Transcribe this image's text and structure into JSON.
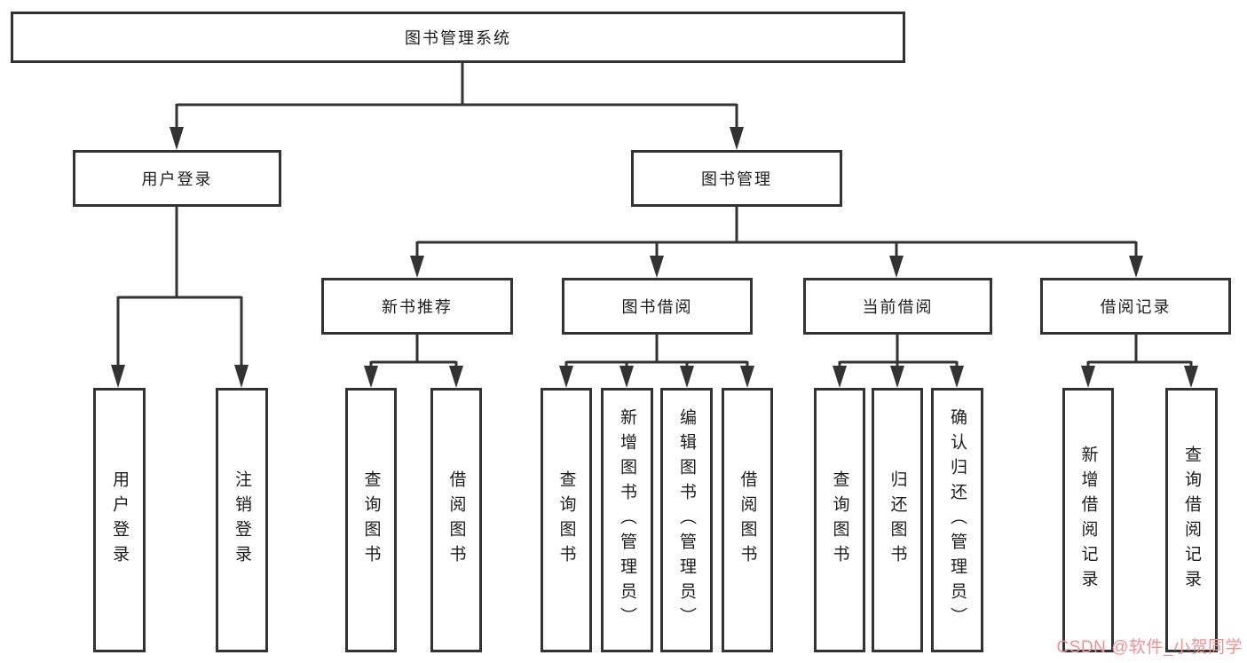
{
  "colors": {
    "line": "#333333",
    "text": "#1d1d1d",
    "box_fill": "#ffffff",
    "watermark": "#f09090"
  },
  "nodes": {
    "root": "图书管理系统",
    "user_login": "用户登录",
    "book_mgmt": "图书管理",
    "new_book_rec": "新书推荐",
    "book_borrow": "图书借阅",
    "current_borrow": "当前借阅",
    "borrow_records": "借阅记录",
    "leaf_user_login": "用户登录",
    "leaf_logout": "注销登录",
    "leaf_query_book_rec": "查询图书",
    "leaf_borrow_book_rec": "借阅图书",
    "leaf_query_book_borrow": "查询图书",
    "leaf_add_book_admin": "新增图书（管理员）",
    "leaf_edit_book_admin": "编辑图书（管理员）",
    "leaf_borrow_book_borrow": "借阅图书",
    "leaf_query_book_current": "查询图书",
    "leaf_return_book": "归还图书",
    "leaf_confirm_return_admin": "确认归还（管理员）",
    "leaf_add_borrow_record": "新增借阅记录",
    "leaf_query_borrow_record": "查询借阅记录"
  },
  "hierarchy": {
    "图书管理系统": [
      "用户登录",
      "图书管理"
    ],
    "用户登录": [
      "用户登录",
      "注销登录"
    ],
    "图书管理": [
      "新书推荐",
      "图书借阅",
      "当前借阅",
      "借阅记录"
    ],
    "新书推荐": [
      "查询图书",
      "借阅图书"
    ],
    "图书借阅": [
      "查询图书",
      "新增图书（管理员）",
      "编辑图书（管理员）",
      "借阅图书"
    ],
    "当前借阅": [
      "查询图书",
      "归还图书",
      "确认归还（管理员）"
    ],
    "借阅记录": [
      "新增借阅记录",
      "查询借阅记录"
    ]
  },
  "watermark": "CSDN @软件_小贺同学"
}
